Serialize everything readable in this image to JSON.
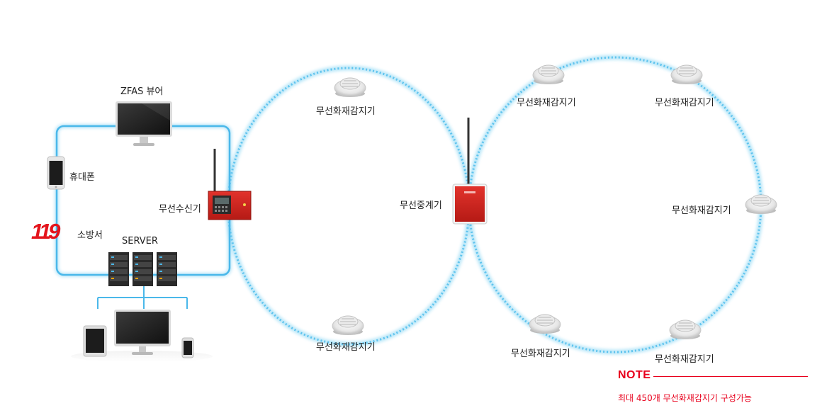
{
  "labels": {
    "viewer": "ZFAS 뷰어",
    "phone": "휴대폰",
    "fire_station": "소방서",
    "server": "SERVER",
    "receiver": "무선수신기",
    "repeater": "무선중계기",
    "detector": "무선화재감지기"
  },
  "logo_text": "119",
  "note": {
    "title": "NOTE",
    "text": "최대 450개 무선화재감지기 구성가능"
  },
  "colors": {
    "accent_red": "#e8001c",
    "link_blue": "#5ec3ee",
    "device_red": "#d62a24"
  }
}
